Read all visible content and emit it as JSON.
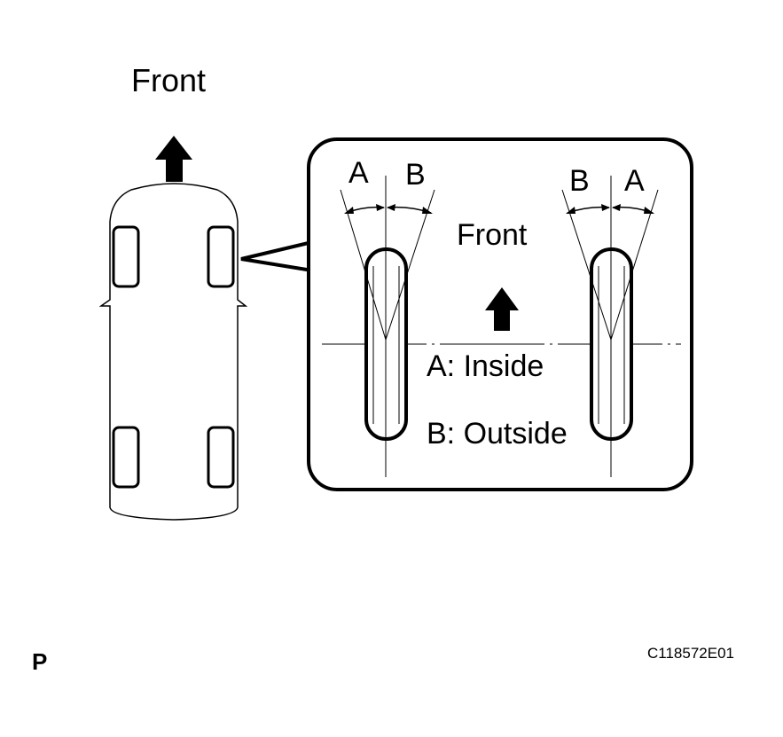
{
  "labels": {
    "front_top": "Front",
    "front_inset": "Front",
    "left_tire_a": "A",
    "left_tire_b": "B",
    "right_tire_b": "B",
    "right_tire_a": "A",
    "legend_a": "A: Inside",
    "legend_b": "B: Outside",
    "corner_code": "P",
    "figure_id": "C118572E01"
  }
}
